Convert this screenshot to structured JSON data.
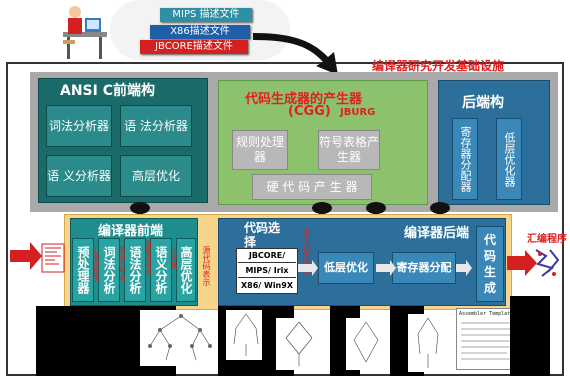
{
  "documents": [
    "MIPS 描述文件",
    "X86描述文件",
    "JBCORE描述文件"
  ],
  "infra_title": "编译器研究开发基础设施",
  "frontend": {
    "header": "ANSI  C前端构",
    "cells": [
      "词法分析器",
      "语 法分析器",
      "语 义分析器",
      "高层优化"
    ]
  },
  "cgg": {
    "header1": "代码生成器的产生器",
    "header2": "(CGG)",
    "header2b": "JBURG",
    "cells": [
      "规则处理器",
      "符号表格产生器",
      "硬 代 码 产 生 器"
    ]
  },
  "backend": {
    "header": "后端构",
    "cells": [
      "寄存器分配器",
      "低层优化器"
    ]
  },
  "compiler_frontend": {
    "header": "编译器前端",
    "stages": [
      "预处理器",
      "词法分析",
      "语法分析",
      "语义分析",
      "高层优化"
    ],
    "side_labels": [
      "扩展源程序",
      "单词符号流",
      "抽象语法树",
      "符号表"
    ]
  },
  "compiler_backend": {
    "header": "编译器后端",
    "select_title": "代码选择",
    "targets": [
      "JBCORE/",
      "MIPS/ Irix",
      "X86/ Win9X"
    ],
    "stages": [
      "低层优化",
      "寄存器分配",
      "代码生成"
    ],
    "between_label": "源代码表示",
    "ir_label": "中间代码表示"
  },
  "output_label": "汇编程序",
  "assembler_template_label": "Assembler Template",
  "colors": {
    "red": "#e02020",
    "teal": "#1c6b6b",
    "green": "#8cc26e",
    "blue": "#2c6f9a",
    "yellow": "#f6d58a"
  }
}
